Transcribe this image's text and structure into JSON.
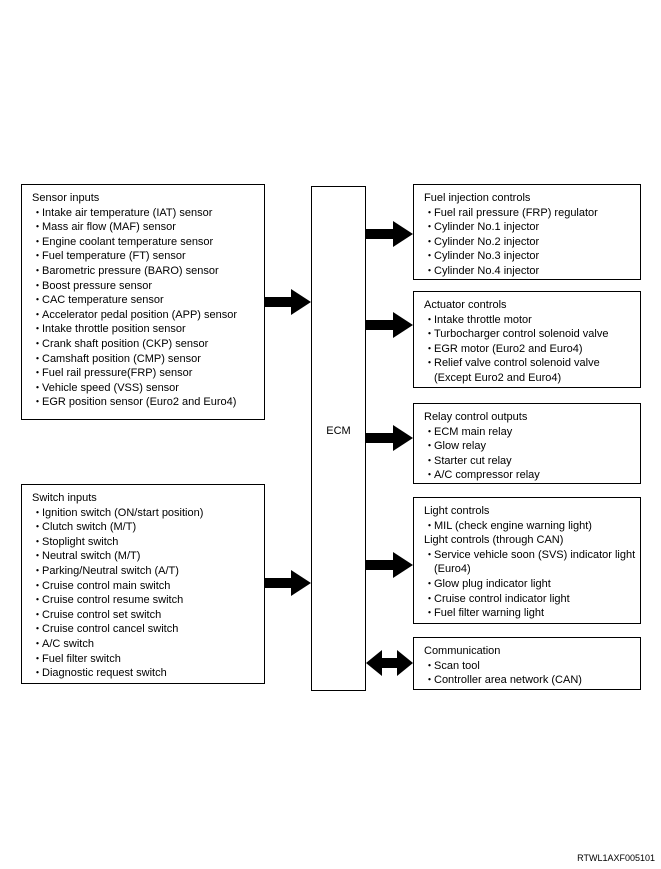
{
  "sensor_inputs": {
    "title": "Sensor inputs",
    "items": [
      "Intake air temperature (IAT) sensor",
      "Mass air flow (MAF) sensor",
      "Engine coolant temperature sensor",
      "Fuel temperature (FT) sensor",
      "Barometric pressure (BARO) sensor",
      "Boost pressure sensor",
      "CAC temperature sensor",
      "Accelerator pedal position (APP) sensor",
      "Intake throttle position sensor",
      "Crank shaft position (CKP) sensor",
      "Camshaft position (CMP) sensor",
      "Fuel rail pressure(FRP) sensor",
      "Vehicle speed (VSS) sensor",
      "EGR position sensor (Euro2 and Euro4)"
    ]
  },
  "switch_inputs": {
    "title": "Switch inputs",
    "items": [
      "Ignition switch (ON/start position)",
      "Clutch switch (M/T)",
      "Stoplight switch",
      "Neutral switch (M/T)",
      "Parking/Neutral switch (A/T)",
      "Cruise control main switch",
      "Cruise control resume switch",
      "Cruise control set switch",
      "Cruise control cancel switch",
      "A/C switch",
      "Fuel filter switch",
      "Diagnostic request switch"
    ]
  },
  "ecm": {
    "label": "ECM"
  },
  "fuel_injection": {
    "title": "Fuel injection controls",
    "items": [
      "Fuel rail pressure (FRP) regulator",
      "Cylinder No.1 injector",
      "Cylinder No.2 injector",
      "Cylinder No.3 injector",
      "Cylinder No.4 injector"
    ]
  },
  "actuator": {
    "title": "Actuator controls",
    "items": [
      "Intake throttle motor",
      "Turbocharger control solenoid valve",
      "EGR motor (Euro2 and Euro4)",
      "Relief valve control solenoid valve"
    ],
    "item4_cont": "(Except Euro2 and Euro4)"
  },
  "relay": {
    "title": "Relay control outputs",
    "items": [
      "ECM main relay",
      "Glow relay",
      "Starter cut relay",
      "A/C compressor relay"
    ]
  },
  "light": {
    "title": "Light controls",
    "item_mil": "MIL (check engine warning light)",
    "subtitle": "Light controls (through CAN)",
    "item_svs": "Service vehicle soon (SVS) indicator light",
    "item_svs_cont": "(Euro4)",
    "items_rest": [
      "Glow plug indicator light",
      "Cruise control indicator light",
      "Fuel filter warning light"
    ]
  },
  "communication": {
    "title": "Communication",
    "items": [
      "Scan tool",
      "Controller area network (CAN)"
    ]
  },
  "bullet": "・",
  "ref_code": "RTWL1AXF005101"
}
